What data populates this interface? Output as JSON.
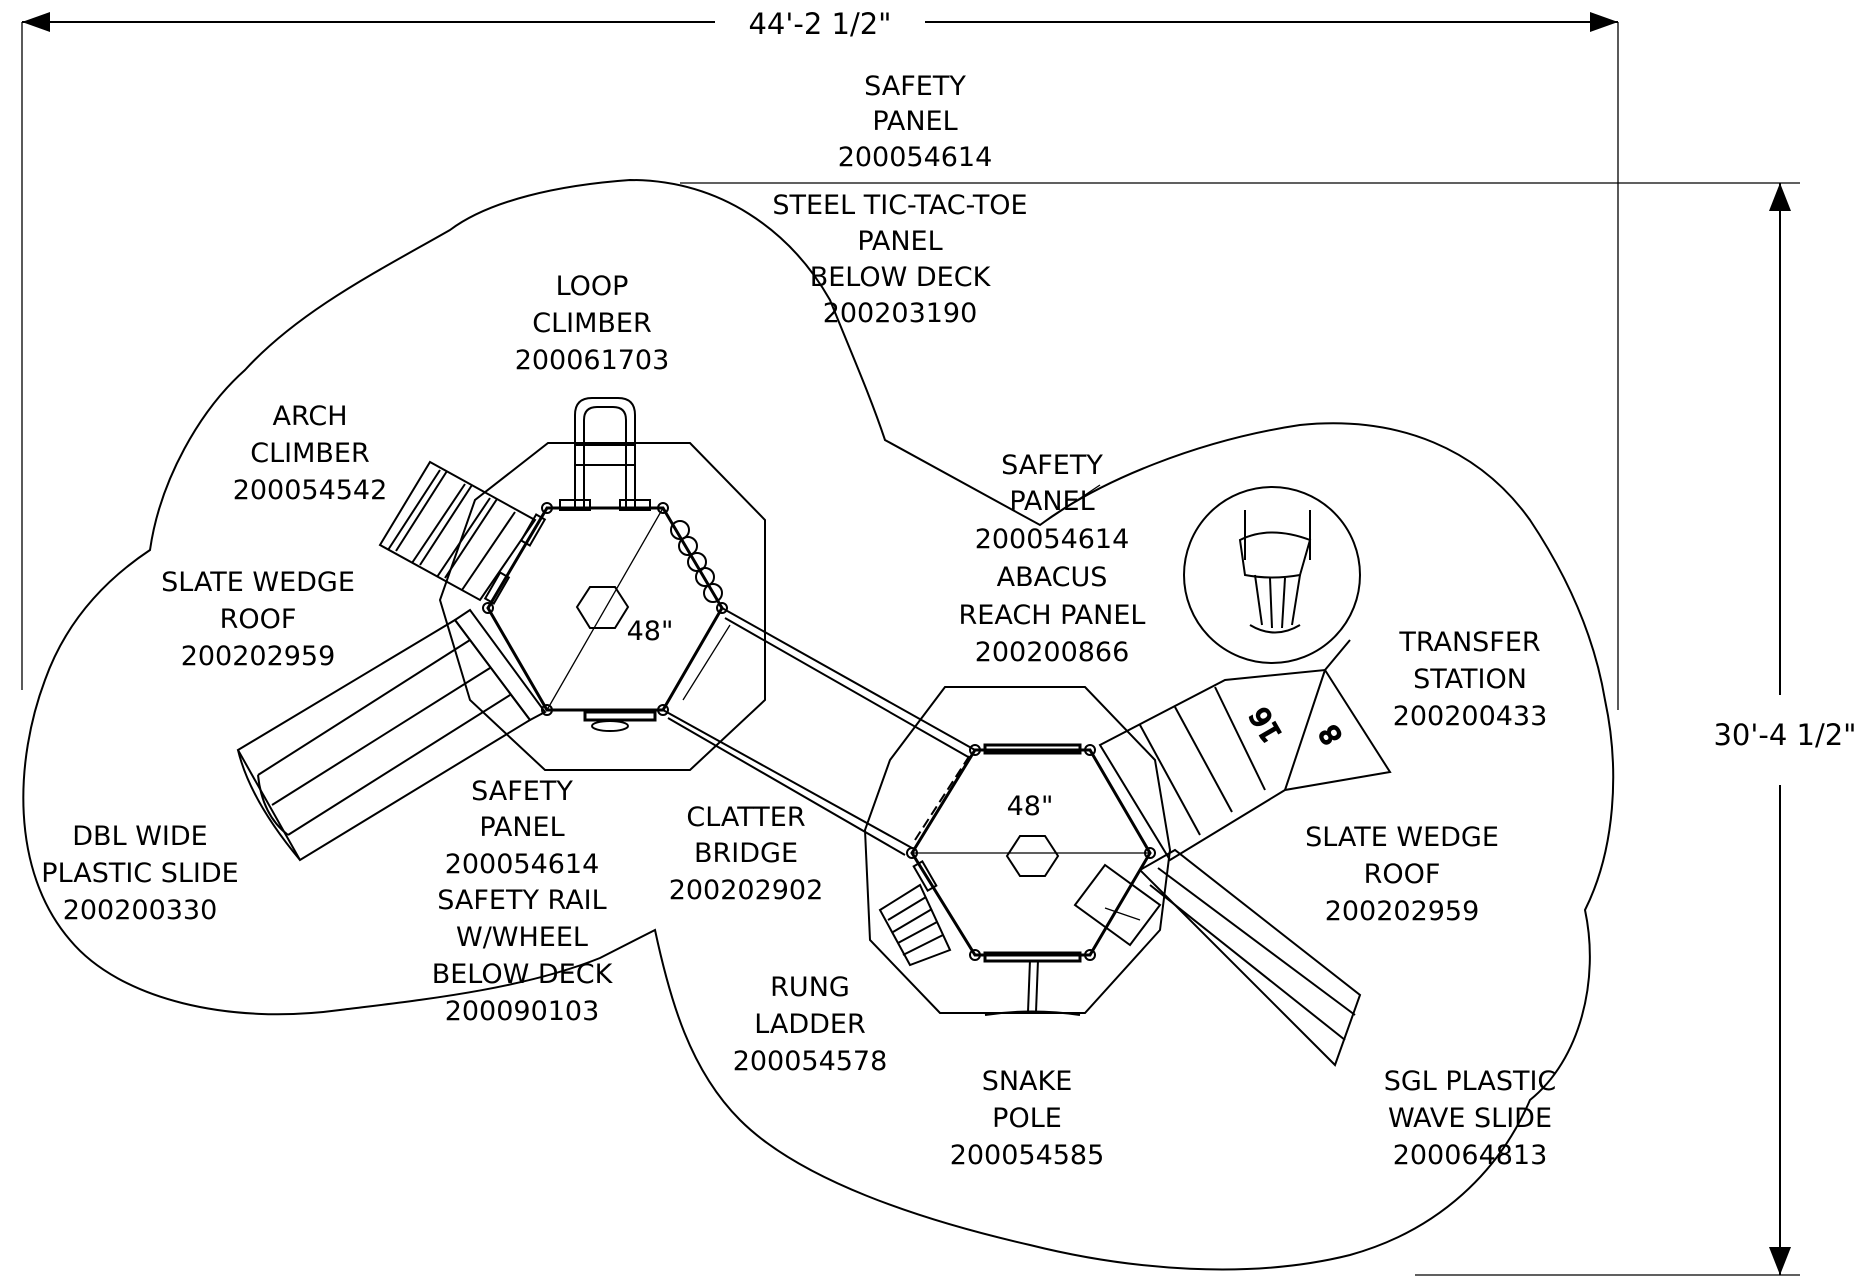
{
  "dimensions": {
    "width": "44'-2 1/2\"",
    "height": "30'-4 1/2\""
  },
  "labels": {
    "safety_panel_top": [
      "SAFETY",
      "PANEL",
      "200054614"
    ],
    "tic_tac_toe": [
      "STEEL TIC-TAC-TOE",
      "PANEL",
      "BELOW DECK",
      "200203190"
    ],
    "loop_climber": [
      "LOOP",
      "CLIMBER",
      "200061703"
    ],
    "arch_climber": [
      "ARCH",
      "CLIMBER",
      "200054542"
    ],
    "slate_wedge_roof_left": [
      "SLATE WEDGE",
      "ROOF",
      "200202959"
    ],
    "dbl_wide_slide": [
      "DBL WIDE",
      "PLASTIC SLIDE",
      "200200330"
    ],
    "safety_rail": [
      "SAFETY",
      "PANEL",
      "200054614",
      "SAFETY RAIL",
      "W/WHEEL",
      "BELOW DECK",
      "200090103"
    ],
    "clatter_bridge": [
      "CLATTER",
      "BRIDGE",
      "200202902"
    ],
    "rung_ladder": [
      "RUNG",
      "LADDER",
      "200054578"
    ],
    "safety_abacus": [
      "SAFETY",
      "PANEL",
      "200054614",
      "ABACUS",
      "REACH PANEL",
      "200200866"
    ],
    "transfer_station": [
      "TRANSFER",
      "STATION",
      "200200433"
    ],
    "slate_wedge_roof_right": [
      "SLATE WEDGE",
      "ROOF",
      "200202959"
    ],
    "snake_pole": [
      "SNAKE",
      "POLE",
      "200054585"
    ],
    "sgl_wave_slide": [
      "SGL PLASTIC",
      "WAVE SLIDE",
      "200064813"
    ]
  },
  "deck_left_height": "48\"",
  "deck_right_height": "48\"",
  "step_labels": [
    "16",
    "8"
  ]
}
